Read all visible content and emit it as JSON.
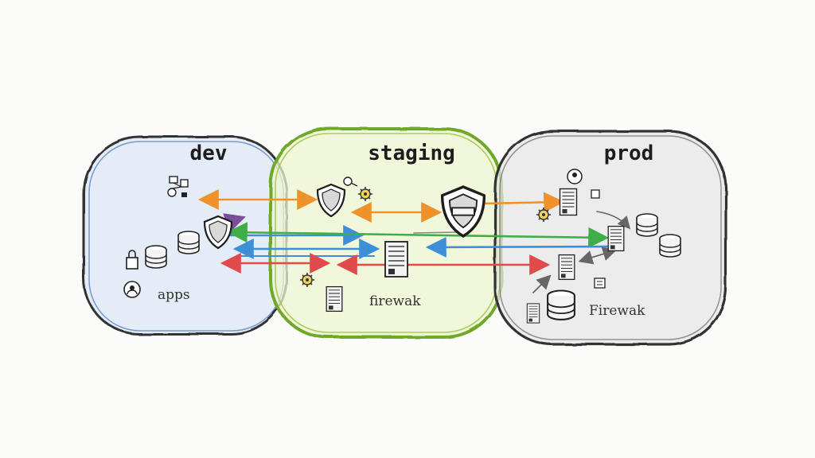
{
  "zones": {
    "dev": {
      "title": "dev",
      "note": "apps",
      "color": "#4a78b8"
    },
    "staging": {
      "title": "staging",
      "note": "firewak",
      "color": "#6fa82a"
    },
    "prod": {
      "title": "prod",
      "note": "Firewak",
      "color": "#4a4a4a"
    }
  },
  "arrow_colors": {
    "orange": "#f0922b",
    "blue": "#3d8fd8",
    "red": "#e04a4a",
    "green": "#3fae46",
    "purple": "#7a4f98",
    "gray": "#888888"
  },
  "icons": [
    "shield-icon",
    "database-icon",
    "server-rack-icon",
    "gear-icon",
    "user-icon",
    "lock-icon",
    "network-node-icon"
  ]
}
